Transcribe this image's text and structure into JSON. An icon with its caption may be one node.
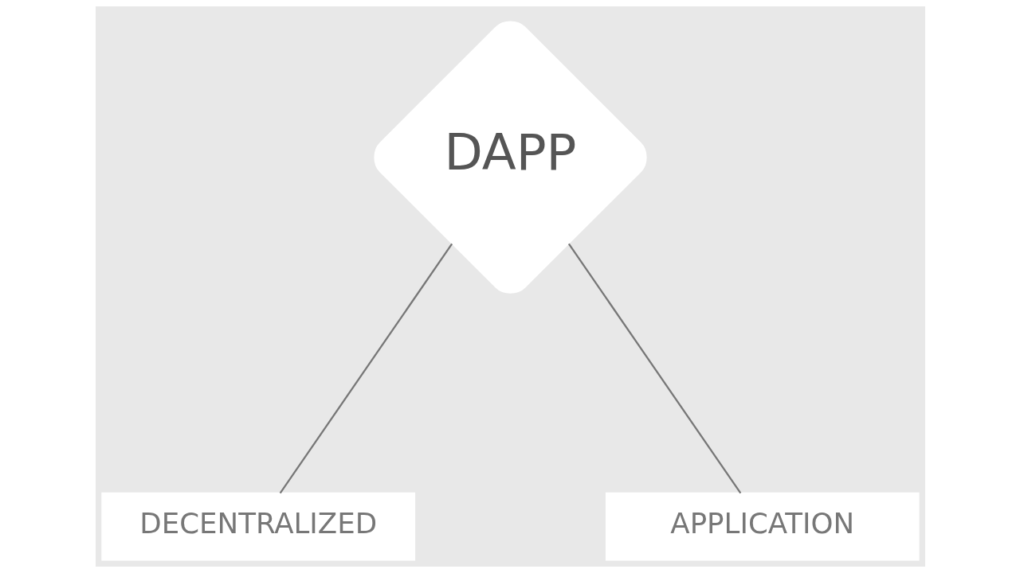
{
  "diagram": {
    "nodes": [
      {
        "text": [
          "DAPP"
        ]
      },
      {
        "text": [
          "DECENTRALIZED"
        ]
      },
      {
        "text": [
          "APPLICATION"
        ]
      }
    ],
    "edges": [
      {
        "from": 0,
        "to": 1,
        "arrow": "none"
      },
      {
        "from": 0,
        "to": 2,
        "arrow": "none"
      }
    ]
  }
}
